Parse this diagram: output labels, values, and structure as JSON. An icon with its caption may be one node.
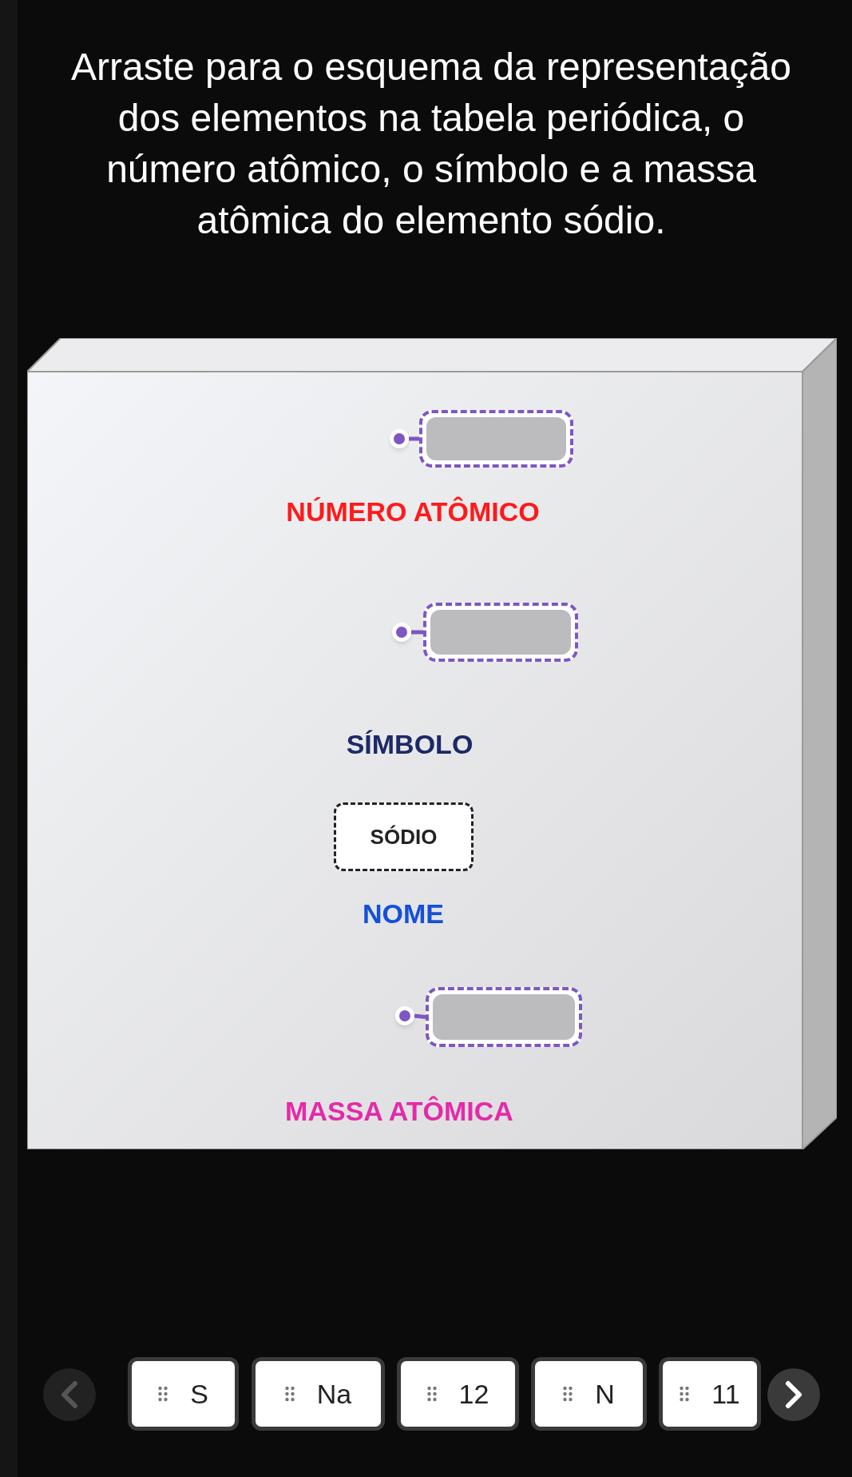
{
  "diagram": {
    "title": "Arraste para o esquema da representação dos elementos na tabela periódica, o número atômico, o símbolo e a massa atômica do elemento sódio.",
    "nodes": [
      {
        "text": [],
        "shape": "box"
      },
      {
        "text": [],
        "shape": "circle",
        "in": 0
      },
      {
        "text": [],
        "shape": "box",
        "in": 0
      },
      {
        "text": [],
        "shape": "circle",
        "in": 0
      },
      {
        "text": [],
        "shape": "box",
        "in": 0
      },
      {
        "text": [
          "SÓDIO"
        ],
        "in": 0
      },
      {
        "text": [],
        "shape": "circle",
        "in": 0
      },
      {
        "text": [],
        "shape": "box",
        "in": 0
      },
      {
        "text": [
          "S"
        ]
      },
      {
        "text": [
          "Na"
        ]
      },
      {
        "text": [
          "12"
        ]
      },
      {
        "text": [
          "N"
        ]
      },
      {
        "text": [
          "11"
        ]
      }
    ],
    "edges": [
      {
        "from": 1,
        "to": 2,
        "arrow": "none"
      },
      {
        "from": 3,
        "to": 4,
        "arrow": "none"
      },
      {
        "from": 6,
        "to": 7,
        "arrow": "none"
      }
    ],
    "labels": [
      "NÚMERO ATÔMICO",
      "SÍMBOLO",
      "NOME",
      "MASSA ATÔMICA"
    ]
  }
}
